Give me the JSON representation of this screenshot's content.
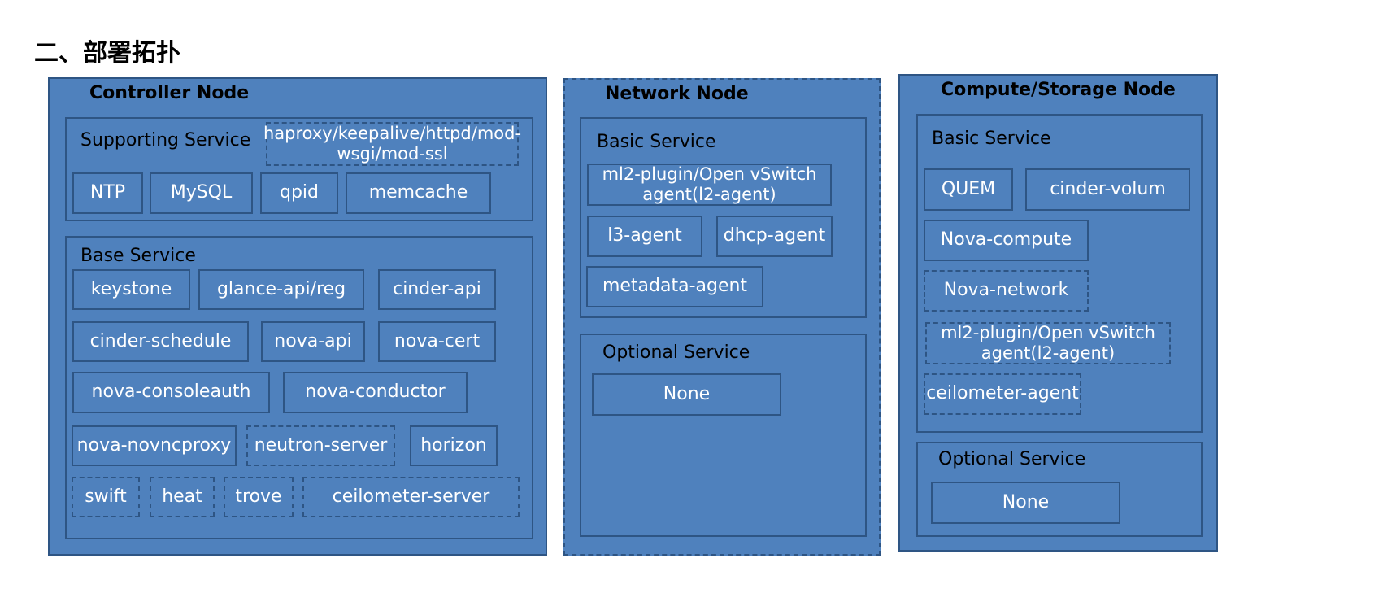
{
  "page": {
    "title": "二、部署拓扑"
  },
  "colors": {
    "box_fill": "#4f81bd",
    "box_border": "#2e5584",
    "text": "#ffffff"
  },
  "controller": {
    "title": "Controller Node",
    "supporting": {
      "title": "Supporting Service",
      "haproxy": "haproxy/keepalive/httpd/mod-wsgi/mod-ssl",
      "items": [
        "NTP",
        "MySQL",
        "qpid",
        "memcache"
      ]
    },
    "base": {
      "title": "Base Service",
      "keystone": "keystone",
      "glance": "glance-api/reg",
      "cinder_api": "cinder-api",
      "cinder_schedule": "cinder-schedule",
      "nova_api": "nova-api",
      "nova_cert": "nova-cert",
      "nova_consoleauth": "nova-consoleauth",
      "nova_conductor": "nova-conductor",
      "nova_novncproxy": "nova-novncproxy",
      "neutron_server": "neutron-server",
      "horizon": "horizon",
      "swift": "swift",
      "heat": "heat",
      "trove": "trove",
      "ceilometer_server": "ceilometer-server"
    }
  },
  "network": {
    "title": "Network Node",
    "basic": {
      "title": "Basic Service",
      "ml2": "ml2-plugin/Open vSwitch agent(l2-agent)",
      "l3": "l3-agent",
      "dhcp": "dhcp-agent",
      "metadata": "metadata-agent"
    },
    "optional": {
      "title": "Optional Service",
      "none": "None"
    }
  },
  "compute": {
    "title": "Compute/Storage Node",
    "basic": {
      "title": "Basic Service",
      "quem": "QUEM",
      "cinder_volum": "cinder-volum",
      "nova_compute": "Nova-compute",
      "nova_network": "Nova-network",
      "ml2": "ml2-plugin/Open vSwitch agent(l2-agent)",
      "ceilometer_agent": "ceilometer-agent"
    },
    "optional": {
      "title": "Optional Service",
      "none": "None"
    }
  }
}
